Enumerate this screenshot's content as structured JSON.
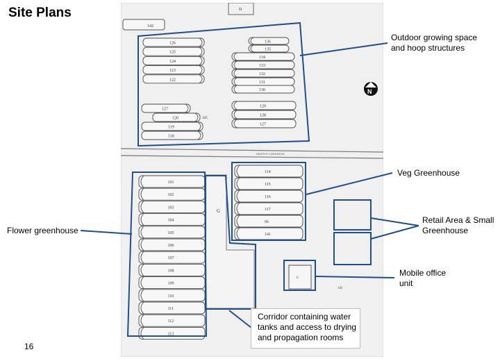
{
  "title": "Site Plans",
  "page_number": "16",
  "callouts": {
    "outdoor": [
      "Outdoor growing space",
      "and  hoop structures"
    ],
    "veg": "Veg Greenhouse",
    "flower": "Flower greenhouse",
    "retail": [
      "Retail Area & Small",
      "Greenhouse"
    ],
    "office": [
      "Mobile office",
      "unit"
    ],
    "corridor": [
      "Corridor containing water",
      "tanks and access to drying",
      "and propagation rooms"
    ]
  },
  "plan": {
    "top_label": "D",
    "road_label": "HEATH'S CONGRESS",
    "building_g": "G",
    "office_label": "C",
    "office_side": "10e",
    "north": "N",
    "hoop_142": "142",
    "outdoor_left": [
      "126",
      "125",
      "124",
      "123",
      "122"
    ],
    "outdoor_right": [
      "136",
      "135",
      "134",
      "133",
      "132",
      "131",
      "130"
    ],
    "outdoor_lower_left": [
      "127",
      "120",
      "119",
      "118"
    ],
    "outdoor_lower_left_note": "16C",
    "outdoor_lower_right": [
      "129",
      "128",
      "127"
    ],
    "flower": [
      "101",
      "102",
      "103",
      "104",
      "105",
      "106",
      "107",
      "108",
      "109",
      "110",
      "111",
      "112",
      "113"
    ],
    "veg": [
      "114",
      "115",
      "116",
      "117",
      "6b",
      "141"
    ]
  },
  "colors": {
    "annotation": "#1f4e8c",
    "plan_paper": "#f0f0f0"
  }
}
